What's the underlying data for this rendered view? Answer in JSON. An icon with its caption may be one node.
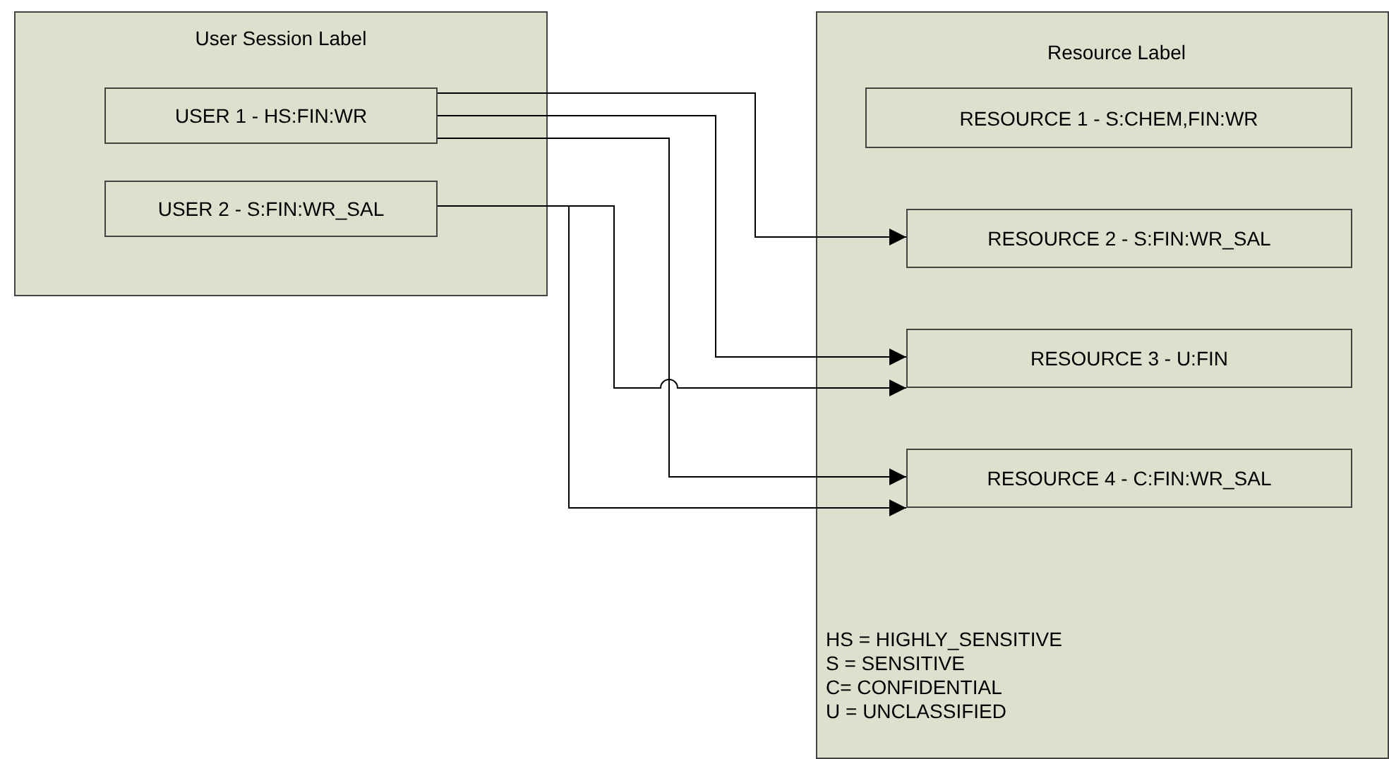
{
  "diagram": {
    "nodes": [
      {
        "text": [
          "User Session Label"
        ]
      },
      {
        "text": [
          "USER 1 -  HS:FIN:WR"
        ],
        "in": 0
      },
      {
        "text": [
          "USER 2 - S:FIN:WR_SAL"
        ],
        "in": 0
      },
      {
        "text": [
          "Resource Label"
        ]
      },
      {
        "text": [
          "RESOURCE 1 - S:CHEM,FIN:WR"
        ],
        "in": 3
      },
      {
        "text": [
          "RESOURCE 2 - S:FIN:WR_SAL"
        ],
        "in": 3
      },
      {
        "text": [
          "RESOURCE 3 - U:FIN"
        ],
        "in": 3
      },
      {
        "text": [
          "RESOURCE 4 - C:FIN:WR_SAL"
        ],
        "in": 3
      }
    ],
    "edges": [
      {
        "from": 1,
        "to": 5,
        "arrow": "to"
      },
      {
        "from": 1,
        "to": 6,
        "arrow": "to"
      },
      {
        "from": 1,
        "to": 7,
        "arrow": "to"
      },
      {
        "from": 2,
        "to": 6,
        "arrow": "to"
      },
      {
        "from": 2,
        "to": 7,
        "arrow": "to"
      }
    ],
    "labels": [
      "HS = HIGHLY_SENSITIVE",
      "S = SENSITIVE",
      "C= CONFIDENTIAL",
      "U = UNCLASSIFIED"
    ]
  }
}
